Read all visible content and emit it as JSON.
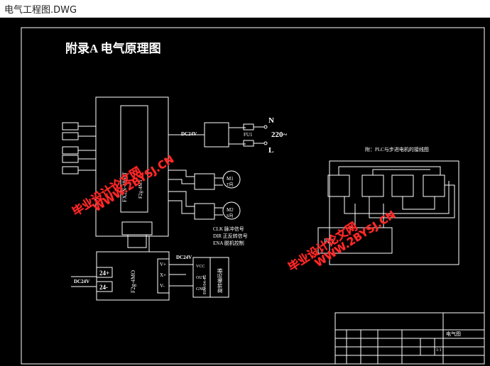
{
  "window": {
    "title": "电气工程图.DWG"
  },
  "drawing": {
    "heading": "附录A  电气原理图",
    "power": {
      "n": "N",
      "l": "L",
      "v": "220~",
      "fuse": "FU1",
      "dc": "DC24V"
    },
    "plc_side": {
      "model": "FX2N-48MT",
      "sub": "F2g-4MT"
    },
    "motors": [
      {
        "id": "M1",
        "label": "T向"
      },
      {
        "id": "M2",
        "label": "S向"
      }
    ],
    "legend": [
      "CLK  脉冲信号",
      "DIR  正反转信号",
      "ENA  脱机控制"
    ],
    "psu": {
      "in_plus": "24+",
      "in_minus": "24-",
      "dc": "DC24V",
      "model": "F2g-4MO"
    },
    "terminals": {
      "v_plus": "V+",
      "x_plus": "X+",
      "v_minus": "V-"
    },
    "encoder": {
      "dc": "DC24V",
      "vcc": "VCC",
      "out": "OUT",
      "gnd": "GND",
      "model": "E6W04-4G",
      "desc": "旋转编码器"
    },
    "right_title": "附：PLC与步进电机的接线图",
    "right_plc": "PLC",
    "title_block": {
      "name": "电气图",
      "scale": "1:1"
    }
  },
  "watermarks": [
    "毕业设计论文网",
    "WWW.2BYSJ.CN",
    "毕业设计论文网",
    "WWW.2BYSJ.CN"
  ],
  "colors": {
    "background": "#000000",
    "line": "#ffffff",
    "watermark": "#ff2b2b"
  }
}
